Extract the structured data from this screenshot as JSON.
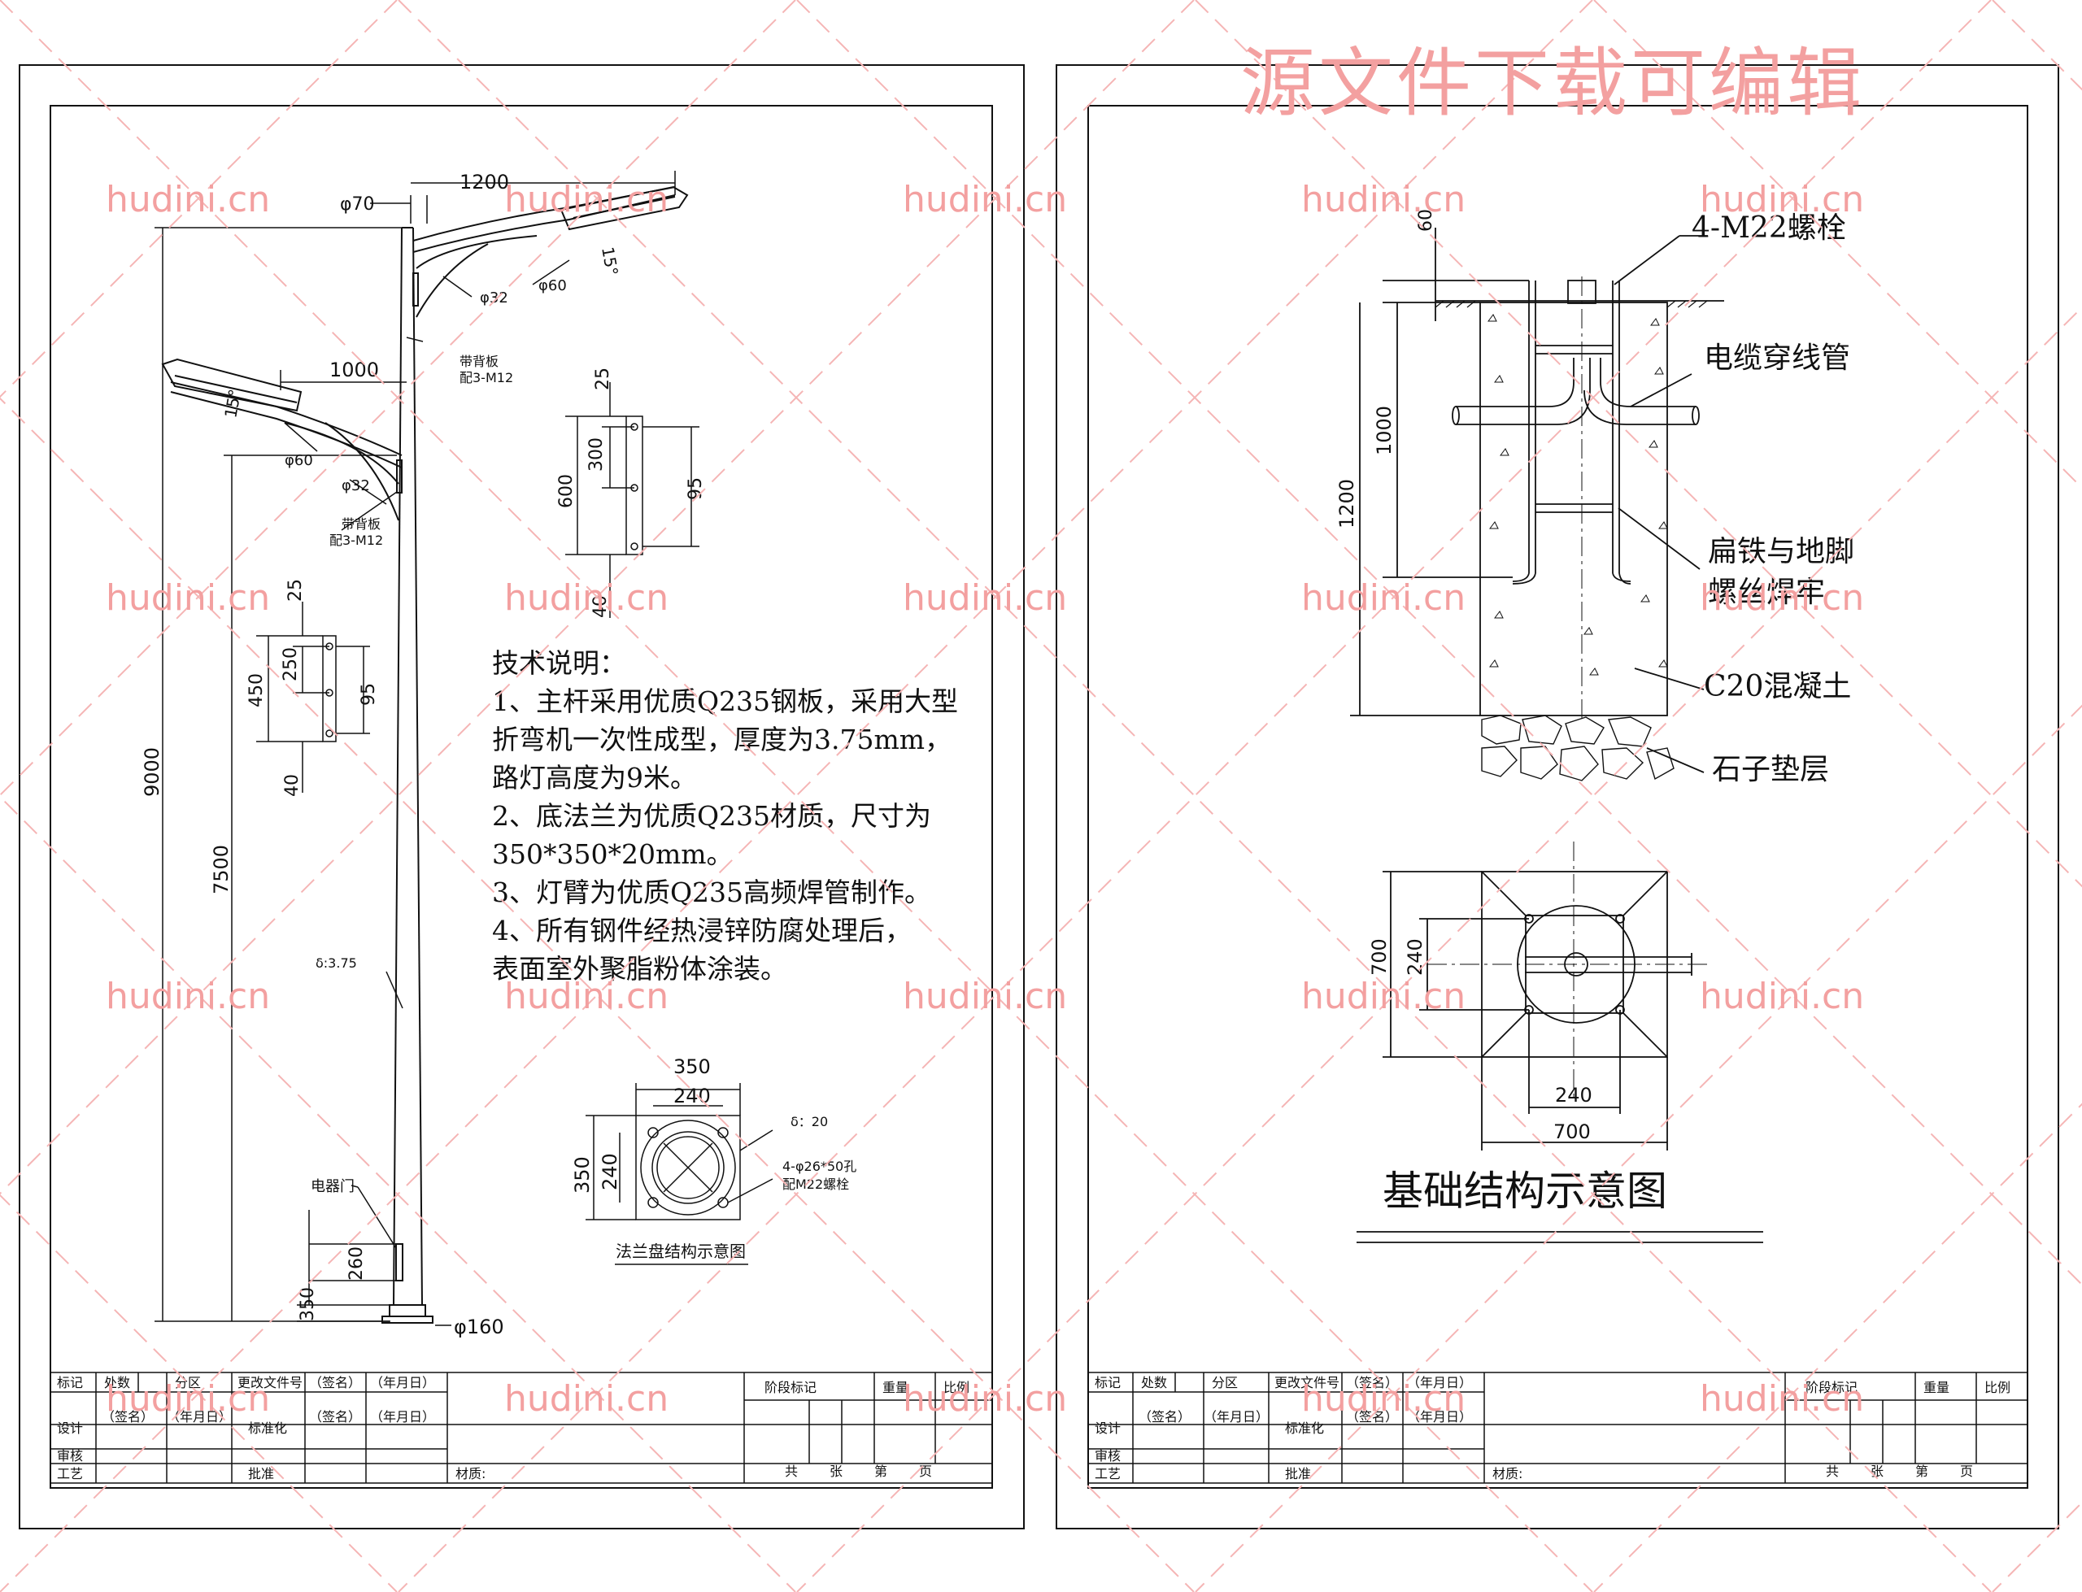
{
  "watermark": {
    "site": "hudini.cn",
    "headline": "源文件下载可编辑"
  },
  "left_sheet": {
    "pole": {
      "arm_upper_length": "1200",
      "pole_top_dia": "φ70",
      "arm_angle_upper": "15°",
      "arm_dia_main_upper": "φ60",
      "arm_dia_sub_upper": "φ32",
      "backplate_upper": "带背板",
      "backplate_bolts_upper": "配3-M12",
      "arm_lower_length": "1000",
      "arm_angle_lower": "15°",
      "arm_dia_main_lower": "φ60",
      "arm_dia_sub_lower": "φ32",
      "backplate_lower": "带背板",
      "backplate_bolts_lower": "配3-M12",
      "total_height": "9000",
      "lower_arm_height": "7500",
      "wall_thickness": "δ:3.75",
      "door_label": "电器门",
      "door_height": "260",
      "door_offset": "350",
      "base_dia": "φ160"
    },
    "backplate_large": {
      "top_offset": "25",
      "pitch": "300",
      "height": "600",
      "width": "95",
      "bottom_offset": "40"
    },
    "backplate_small": {
      "top_offset": "25",
      "pitch": "250",
      "height": "450",
      "width": "95",
      "bottom_offset": "40"
    },
    "tech_notes": [
      "技术说明：",
      "1、主杆采用优质Q235钢板，采用大型",
      "折弯机一次性成型，厚度为3.75mm，",
      "路灯高度为9米。",
      "2、底法兰为优质Q235材质，尺寸为",
      "350*350*20mm。",
      "3、灯臂为优质Q235高频焊管制作。",
      "4、所有钢件经热浸锌防腐处理后，",
      "表面室外聚脂粉体涂装。"
    ],
    "flange": {
      "outer": "350",
      "bolt_pitch": "240",
      "outer_v": "350",
      "bolt_pitch_v": "240",
      "thickness": "δ：20",
      "holes": "4-φ26*50孔",
      "bolts": "配M22螺栓",
      "caption": "法兰盘结构示意图"
    }
  },
  "right_sheet": {
    "section": {
      "top_offset": "60",
      "depth_bolt": "1000",
      "depth_total": "1200",
      "bolt_label": "4-M22螺栓",
      "conduit_label": "电缆穿线管",
      "weld_label_1": "扁铁与地脚",
      "weld_label_2": "螺丝焊牢",
      "concrete_label": "C20混凝土",
      "gravel_label": "石子垫层"
    },
    "plan": {
      "outer_v": "700",
      "pitch_v": "240",
      "pitch_h": "240",
      "outer_h": "700"
    },
    "title": "基础结构示意图"
  },
  "title_block": {
    "row1": [
      "标记",
      "处数",
      "分区",
      "更改文件号",
      "（签名）",
      "（年月日）"
    ],
    "row2": [
      "设计",
      "（签名）",
      "（年月日）",
      "标准化",
      "（签名）",
      "（年月日）"
    ],
    "row3": [
      "审核"
    ],
    "row4": [
      "工艺",
      "批准"
    ],
    "material": "材质:",
    "stage": "阶段标记",
    "weight": "重量",
    "scale": "比例",
    "sheets": "共",
    "sheet_unit": "张",
    "page": "第",
    "page_unit": "页"
  }
}
